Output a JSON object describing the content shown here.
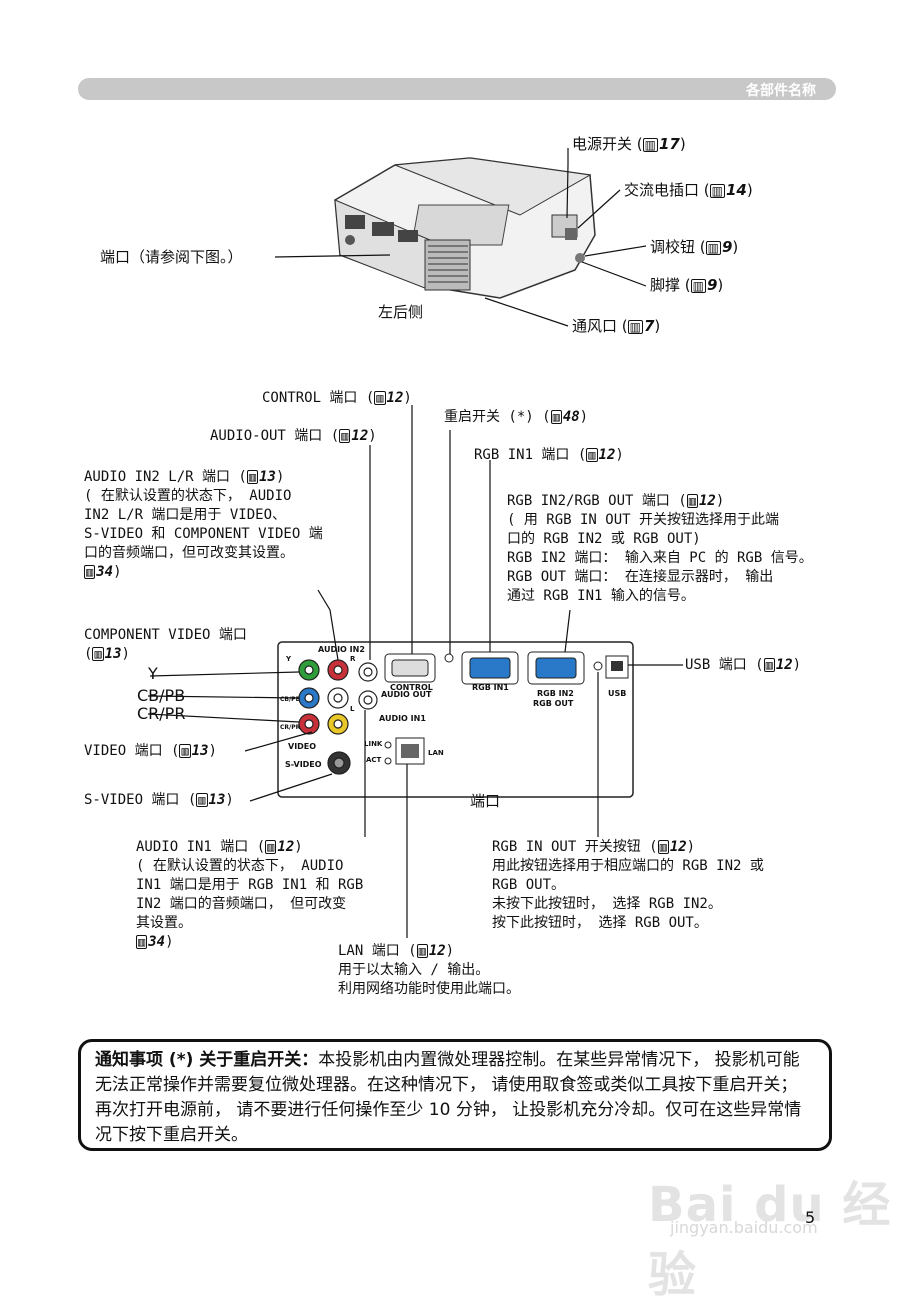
{
  "header": {
    "title": "各部件名称"
  },
  "top_figure": {
    "caption": "左后侧",
    "labels": {
      "ports": "端口（请参阅下图。）",
      "power_switch": "电源开关",
      "power_switch_ref": "17",
      "ac_inlet": "交流电插口",
      "ac_inlet_ref": "14",
      "adjuster": "调校钮",
      "adjuster_ref": "9",
      "foot": "脚撑",
      "foot_ref": "9",
      "vent": "通风口",
      "vent_ref": "7"
    }
  },
  "port_figure": {
    "caption": "端口",
    "panel_labels": {
      "audio_in2": "AUDIO IN2",
      "y": "Y",
      "cb": "CB/PB",
      "cr": "CR/PR",
      "video": "VIDEO",
      "svideo": "S-VIDEO",
      "l": "L",
      "r": "R",
      "audio_out": "AUDIO OUT",
      "audio_in1": "AUDIO IN1",
      "control": "CONTROL",
      "rgb_in1": "RGB IN1",
      "rgb_in2": "RGB IN2",
      "rgb_out": "RGB OUT",
      "usb": "USB",
      "link": "LINK",
      "act": "ACT",
      "lan": "LAN"
    },
    "callouts": {
      "control": {
        "text": "CONTROL 端口 (",
        "ref": "12"
      },
      "reset": {
        "text": "重启开关 (*) (",
        "ref": "48"
      },
      "audio_out": {
        "text": "AUDIO-OUT 端口 (",
        "ref": "12"
      },
      "rgb_in1": {
        "text": "RGB IN1 端口 (",
        "ref": "12"
      },
      "audio_in2": {
        "title": "AUDIO IN2 L/R 端口 (",
        "ref": "13",
        "body": "( 在默认设置的状态下， AUDIO\nIN2 L/R 端口是用于 VIDEO、\nS-VIDEO 和 COMPONENT VIDEO 端\n口的音频端口，但可改变其设置。",
        "ref2": "34"
      },
      "rgb_in2_out": {
        "title": "RGB IN2/RGB OUT 端口 (",
        "ref": "12",
        "body": "( 用 RGB IN OUT 开关按钮选择用于此端\n口的 RGB IN2 或 RGB OUT)\nRGB IN2 端口： 输入来自 PC 的 RGB 信号。\nRGB OUT 端口： 在连接显示器时， 输出\n通过 RGB IN1 输入的信号。"
      },
      "component": {
        "title": "COMPONENT VIDEO 端口",
        "ref": "13"
      },
      "y": "Y",
      "cb": "CB/PB",
      "cr": "CR/PR",
      "usb": {
        "text": "USB 端口 (",
        "ref": "12"
      },
      "video": {
        "text": "VIDEO 端口 (",
        "ref": "13"
      },
      "svideo": {
        "text": "S-VIDEO 端口 (",
        "ref": "13"
      },
      "audio_in1": {
        "title": "AUDIO IN1 端口 (",
        "ref": "12",
        "body": "( 在默认设置的状态下， AUDIO\nIN1 端口是用于 RGB IN1 和 RGB\nIN2 端口的音频端口， 但可改变\n其设置。",
        "ref2": "34"
      },
      "rgb_switch": {
        "title": "RGB IN OUT 开关按钮 (",
        "ref": "12",
        "body": "用此按钮选择用于相应端口的 RGB IN2 或\nRGB OUT。\n未按下此按钮时， 选择 RGB IN2。\n按下此按钮时， 选择 RGB OUT。"
      },
      "lan": {
        "title": "LAN 端口 (",
        "ref": "12",
        "body": "用于以太输入 / 输出。\n利用网络功能时使用此端口。"
      }
    }
  },
  "note": {
    "title": "通知事项 (*) 关于重启开关：",
    "body": "本投影机由内置微处理器控制。在某些异常情况下， 投影机可能无法正常操作并需要复位微处理器。在这种情况下， 请使用取食签或类似工具按下重启开关； 再次打开电源前， 请不要进行任何操作至少 10 分钟， 让投影机充分冷却。仅可在这些异常情况下按下重启开关。"
  },
  "page_number": "5",
  "watermark": {
    "brand": "Bai du 经验",
    "url": "jingyan.baidu.com"
  }
}
